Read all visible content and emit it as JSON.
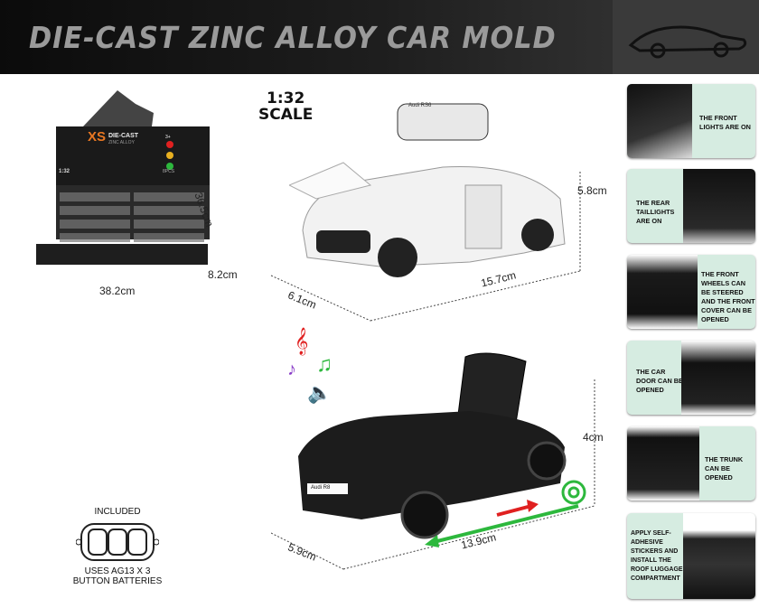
{
  "header": {
    "title": "DIE-CAST ZINC ALLOY CAR MOLD",
    "logo_icon": "car-outline-icon"
  },
  "display_box": {
    "brand": "XS",
    "brand_sub": "DIE-CAST",
    "brand_sub2": "ZINC ALLOY",
    "age": "3+",
    "scale": "1:32",
    "pcs": "8PCS",
    "width": "38.2cm",
    "depth": "36.5cm",
    "height": "8.2cm"
  },
  "scale_label": {
    "ratio": "1:32",
    "word": "SCALE"
  },
  "white_car": {
    "height": "5.8cm",
    "length": "15.7cm",
    "width": "6.1cm",
    "plate": "Audi RS6"
  },
  "black_car": {
    "height": "4cm",
    "length": "13.9cm",
    "width": "5.9cm",
    "plate": "Audi R8"
  },
  "battery": {
    "title": "INCLUDED",
    "note": "USES AG13 X 3 BUTTON BATTERIES"
  },
  "features": [
    {
      "text": "THE FRONT LIGHTS ARE ON"
    },
    {
      "text": "THE REAR TAILLIGHTS ARE ON"
    },
    {
      "text": "THE FRONT WHEELS CAN BE STEERED AND THE FRONT COVER CAN BE OPENED"
    },
    {
      "text": "THE CAR DOOR CAN BE OPENED"
    },
    {
      "text": "THE TRUNK CAN BE OPENED"
    },
    {
      "text": "APPLY SELF-ADHESIVE STICKERS AND INSTALL THE ROOF LUGGAGE COMPARTMENT"
    }
  ],
  "colors": {
    "accent_green": "#2db83d",
    "accent_red": "#e02020",
    "panel_bg": "#d6ece1",
    "brand_orange": "#e87722"
  }
}
